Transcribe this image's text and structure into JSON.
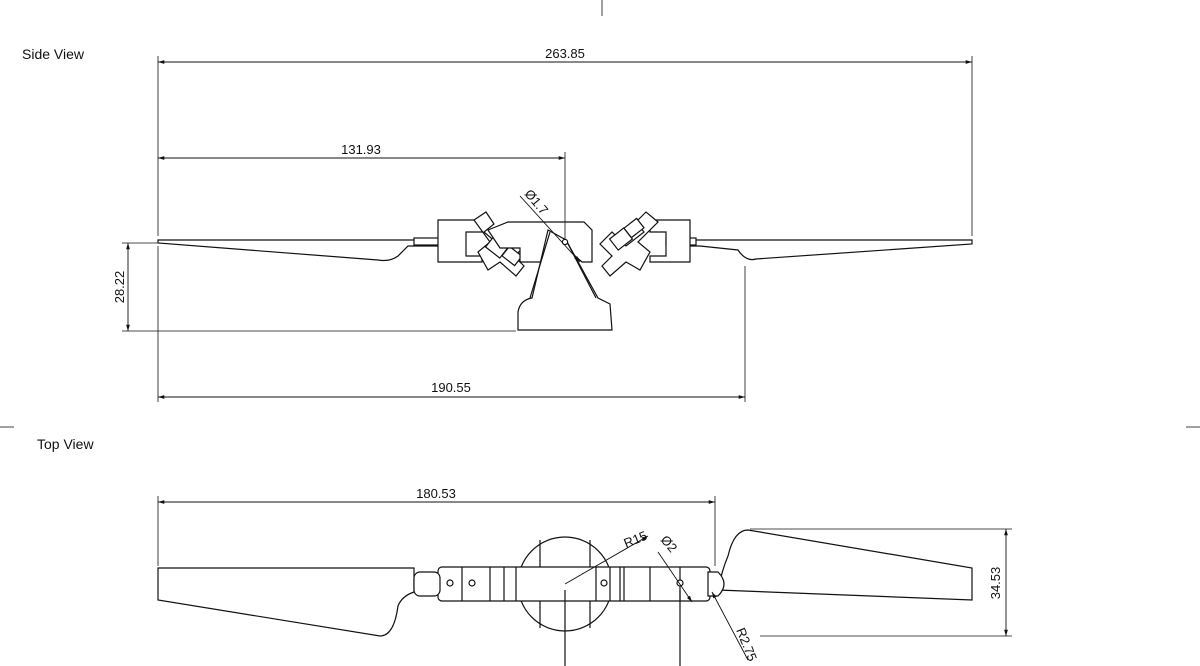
{
  "views": {
    "side": {
      "label": "Side View"
    },
    "top": {
      "label": "Top View"
    }
  },
  "dimensions": {
    "side_overall_length": "263.85",
    "side_hub_to_tip": "131.93",
    "side_pin_diameter": "Ø1.7",
    "side_height": "28.22",
    "side_base_length": "190.55",
    "top_length": "180.53",
    "top_hub_radius": "R15",
    "top_hole_diameter": "Ø2",
    "top_blade_width": "34.53",
    "top_tip_radius": "R2.75"
  }
}
